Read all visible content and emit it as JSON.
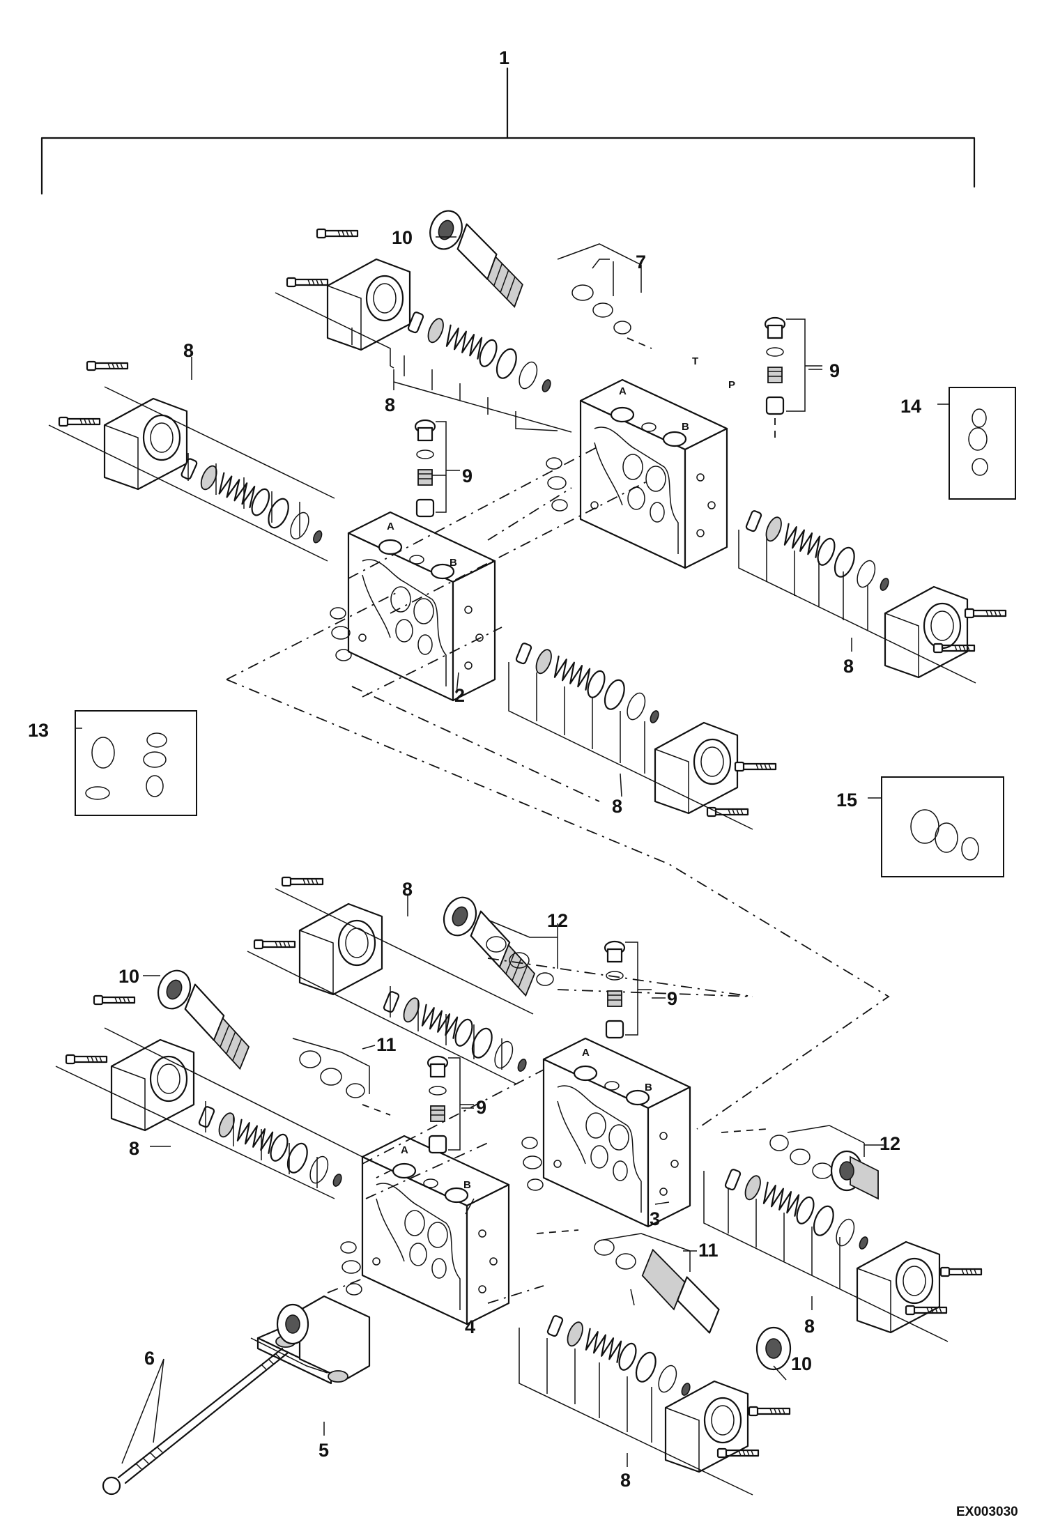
{
  "callouts": {
    "c1": "1",
    "c2": "2",
    "c3": "3",
    "c4": "4",
    "c5": "5",
    "c6": "6",
    "c7": "7",
    "c8": "8",
    "c9": "9",
    "c10": "10",
    "c11": "11",
    "c12": "12",
    "c13": "13",
    "c14": "14",
    "c15": "15"
  },
  "port_labels": {
    "a": "A",
    "b": "B",
    "t": "T",
    "p": "P"
  },
  "figure_code": "EX003030"
}
